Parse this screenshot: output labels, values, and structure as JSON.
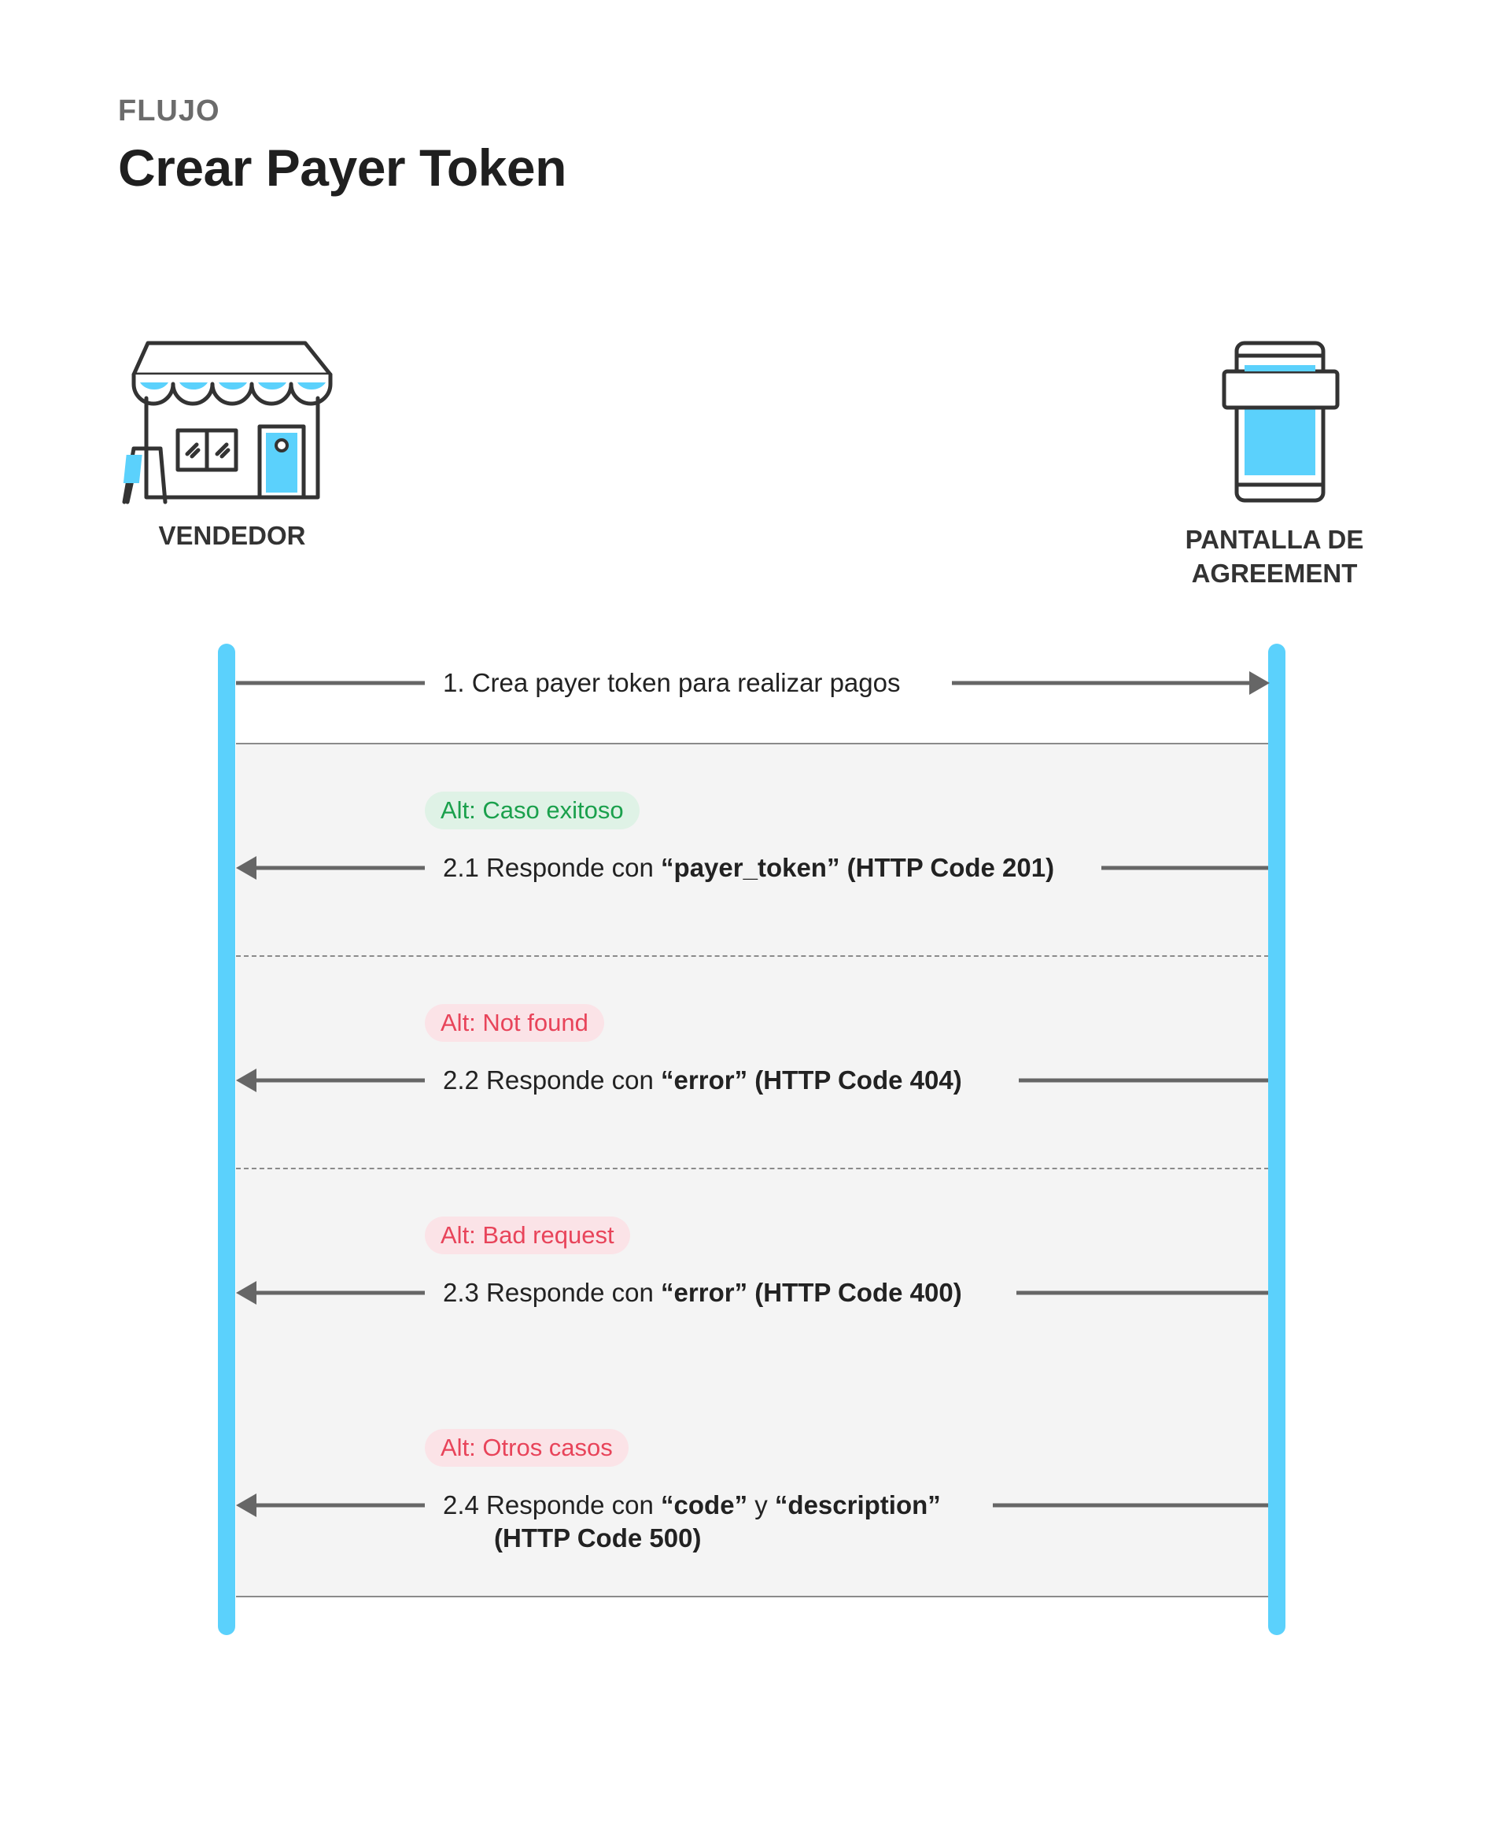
{
  "header": {
    "kicker": "FLUJO",
    "title": "Crear Payer Token"
  },
  "actors": {
    "vendor": {
      "label": "VENDEDOR",
      "icon": "storefront-icon"
    },
    "agreement": {
      "label_line1": "PANTALLA DE",
      "label_line2": "AGREEMENT",
      "icon": "mobile-screen-icon"
    }
  },
  "colors": {
    "lifeline": "#5bd1fc",
    "success_pill_bg": "#dff2e6",
    "success_pill_text": "#1aa04c",
    "error_pill_bg": "#fbe3e7",
    "error_pill_text": "#e8445a",
    "arrow": "#666666"
  },
  "messages": {
    "m1": {
      "text": "1. Crea payer token para realizar pagos"
    },
    "m21": {
      "alt": "Alt: Caso exitoso",
      "prefix": "2.1 Responde con ",
      "bold": "“payer_token” (HTTP Code 201)"
    },
    "m22": {
      "alt": "Alt: Not found",
      "prefix": "2.2 Responde con ",
      "bold": "“error” (HTTP Code 404)"
    },
    "m23": {
      "alt": "Alt: Bad request",
      "prefix": "2.3 Responde con ",
      "bold": "“error” (HTTP Code 400)"
    },
    "m24": {
      "alt": "Alt: Otros casos",
      "prefix": "2.4 Responde con ",
      "bold1": "“code”",
      "mid": " y ",
      "bold2": "“description”",
      "line2": "(HTTP Code 500)"
    }
  }
}
